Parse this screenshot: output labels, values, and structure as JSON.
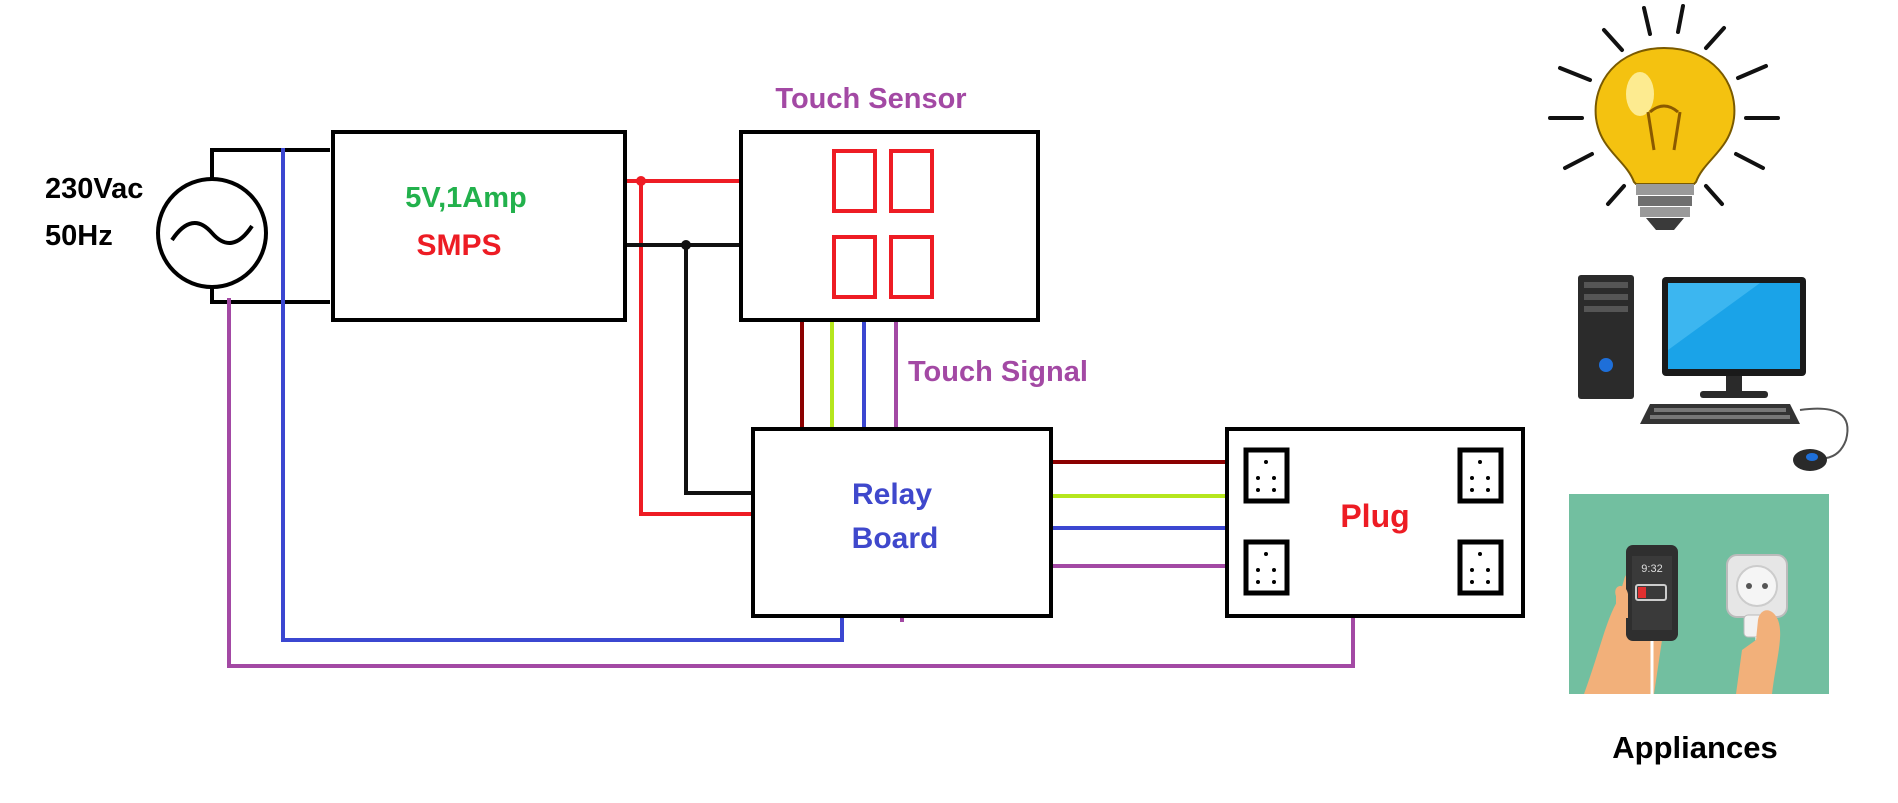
{
  "source": {
    "line1": "230Vac",
    "line2": "50Hz"
  },
  "smps": {
    "rating": "5V,1Amp",
    "name": "SMPS"
  },
  "touch_sensor": {
    "title": "Touch Sensor"
  },
  "touch_signal": {
    "label": "Touch Signal"
  },
  "relay_board": {
    "line1": "Relay",
    "line2": "Board"
  },
  "plug": {
    "label": "Plug"
  },
  "appliances": {
    "label": "Appliances",
    "items": [
      "light-bulb",
      "desktop-computer",
      "phone-charger"
    ]
  },
  "phone_time": "9:32",
  "colors": {
    "wire_red": "#ee1c24",
    "wire_black": "#111111",
    "wire_blue": "#3b47d1",
    "wire_purple": "#a349a4",
    "wire_darkred": "#8b0000",
    "wire_green": "#b5e61d",
    "text_green": "#22b14c",
    "text_red": "#ed1c24",
    "text_purple": "#a349a4",
    "text_blue": "#3f48cc"
  }
}
